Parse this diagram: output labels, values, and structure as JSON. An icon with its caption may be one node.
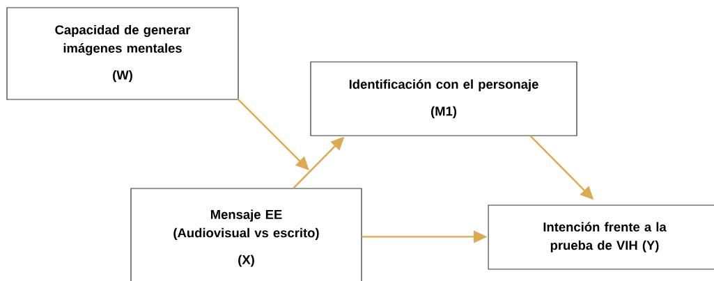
{
  "diagram": {
    "nodes": [
      {
        "text": [
          "Capacidad de generar imágenes mentales",
          "(W)"
        ]
      },
      {
        "text": [
          "Identificación con el personaje",
          "(M1)"
        ]
      },
      {
        "text": [
          "Mensaje EE (Audiovisual vs escrito)",
          "(X)"
        ]
      },
      {
        "text": [
          "Intención frente a la prueba de VIH (Y)"
        ]
      }
    ],
    "edges": [
      {
        "from": 0,
        "to": null,
        "arrow": "to"
      },
      {
        "from": 2,
        "to": 1,
        "arrow": "to"
      },
      {
        "from": 1,
        "to": 3,
        "arrow": "to"
      },
      {
        "from": 2,
        "to": 3,
        "arrow": "to"
      }
    ]
  }
}
